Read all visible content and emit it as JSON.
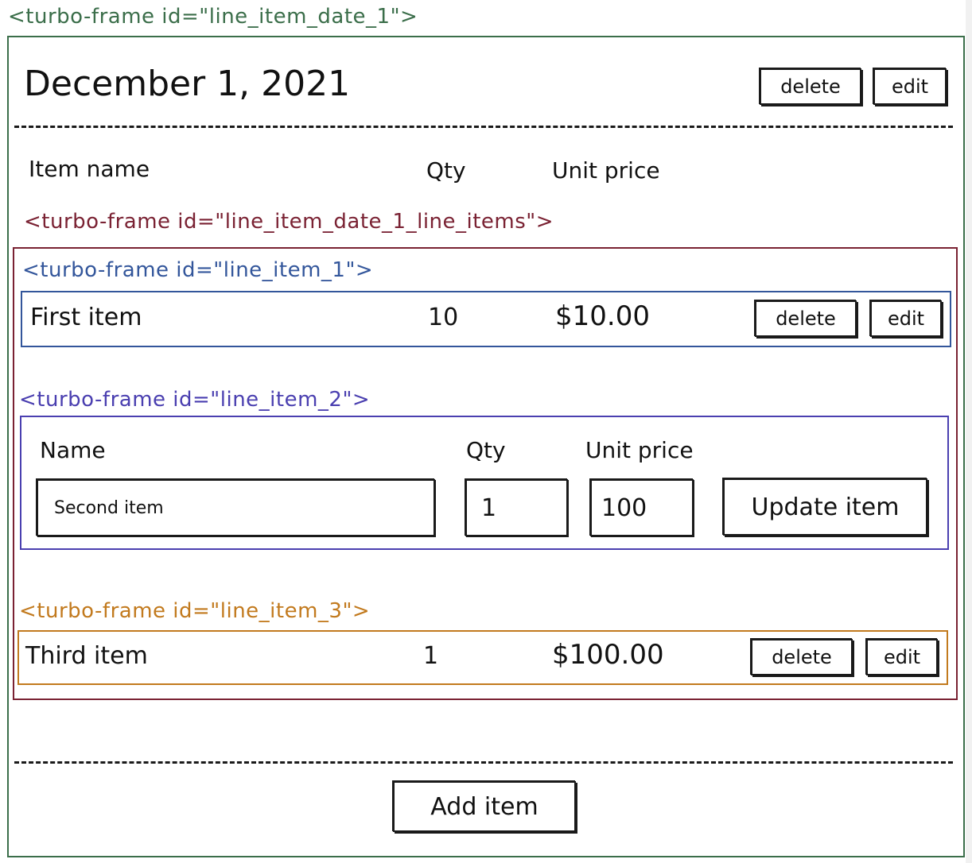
{
  "colors": {
    "outer_frame": "#3b6e4a",
    "line_items_frame": "#7a2233",
    "line_item_1_frame": "#33569b",
    "line_item_2_frame": "#4a3fb0",
    "line_item_3_frame": "#c27a1e",
    "ink": "#1a1a1a"
  },
  "frames": {
    "outer": {
      "label": "<turbo-frame id=\"line_item_date_1\">"
    },
    "line_items": {
      "label": "<turbo-frame id=\"line_item_date_1_line_items\">"
    },
    "line_item_1": {
      "label": "<turbo-frame id=\"line_item_1\">"
    },
    "line_item_2": {
      "label": "<turbo-frame id=\"line_item_2\">"
    },
    "line_item_3": {
      "label": "<turbo-frame id=\"line_item_3\">"
    }
  },
  "date_header": {
    "title": "December 1, 2021",
    "delete_label": "delete",
    "edit_label": "edit"
  },
  "columns": {
    "item_name": "Item name",
    "qty": "Qty",
    "unit_price": "Unit price"
  },
  "items": [
    {
      "name": "First item",
      "qty": "10",
      "price": "$10.00",
      "delete_label": "delete",
      "edit_label": "edit"
    },
    {
      "name": "Third item",
      "qty": "1",
      "price": "$100.00",
      "delete_label": "delete",
      "edit_label": "edit"
    }
  ],
  "edit_form": {
    "name_label": "Name",
    "qty_label": "Qty",
    "unit_price_label": "Unit price",
    "name_value": "Second item",
    "qty_value": "1",
    "unit_price_value": "100",
    "submit_label": "Update item"
  },
  "footer": {
    "add_label": "Add item"
  }
}
